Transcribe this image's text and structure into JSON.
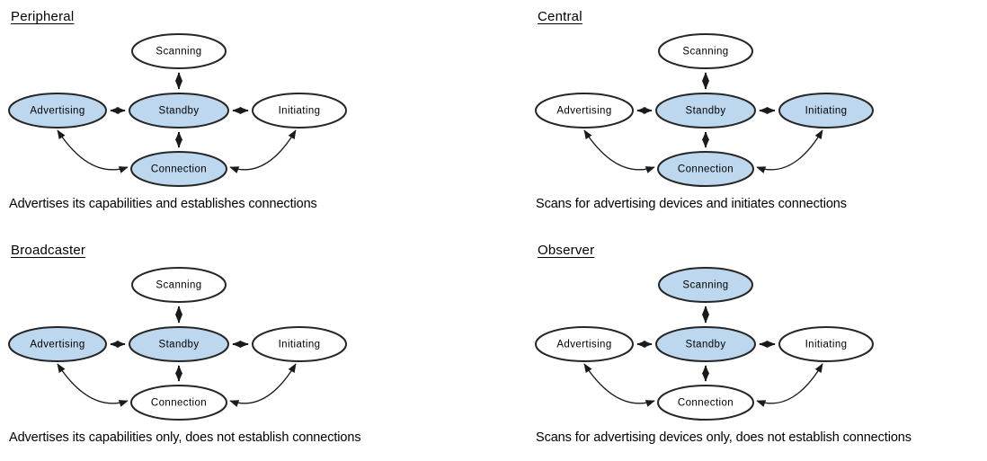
{
  "colors": {
    "highlight_fill": "#bdd7ee",
    "plain_fill": "#ffffff",
    "stroke": "#262626",
    "arrow": "#1a1a1a",
    "background": "#ffffff",
    "text": "#000000"
  },
  "node_labels": {
    "scanning": "Scanning",
    "standby": "Standby",
    "advertising": "Advertising",
    "initiating": "Initiating",
    "connection": "Connection"
  },
  "panels": [
    {
      "id": "peripheral",
      "title": "Peripheral",
      "caption": "Advertises its capabilities and establishes connections",
      "nodes": [
        {
          "key": "scanning",
          "label": "Scanning",
          "highlighted": false
        },
        {
          "key": "standby",
          "label": "Standby",
          "highlighted": true
        },
        {
          "key": "advertising",
          "label": "Advertising",
          "highlighted": true
        },
        {
          "key": "initiating",
          "label": "Initiating",
          "highlighted": false
        },
        {
          "key": "connection",
          "label": "Connection",
          "highlighted": true
        }
      ]
    },
    {
      "id": "central",
      "title": "Central",
      "caption": "Scans for advertising devices and initiates connections",
      "nodes": [
        {
          "key": "scanning",
          "label": "Scanning",
          "highlighted": false
        },
        {
          "key": "standby",
          "label": "Standby",
          "highlighted": true
        },
        {
          "key": "advertising",
          "label": "Advertising",
          "highlighted": false
        },
        {
          "key": "initiating",
          "label": "Initiating",
          "highlighted": true
        },
        {
          "key": "connection",
          "label": "Connection",
          "highlighted": true
        }
      ]
    },
    {
      "id": "broadcaster",
      "title": "Broadcaster",
      "caption": "Advertises its capabilities only, does not establish connections",
      "nodes": [
        {
          "key": "scanning",
          "label": "Scanning",
          "highlighted": false
        },
        {
          "key": "standby",
          "label": "Standby",
          "highlighted": true
        },
        {
          "key": "advertising",
          "label": "Advertising",
          "highlighted": true
        },
        {
          "key": "initiating",
          "label": "Initiating",
          "highlighted": false
        },
        {
          "key": "connection",
          "label": "Connection",
          "highlighted": false
        }
      ]
    },
    {
      "id": "observer",
      "title": "Observer",
      "caption": "Scans for advertising devices only, does not establish connections",
      "nodes": [
        {
          "key": "scanning",
          "label": "Scanning",
          "highlighted": true
        },
        {
          "key": "standby",
          "label": "Standby",
          "highlighted": true
        },
        {
          "key": "advertising",
          "label": "Advertising",
          "highlighted": false
        },
        {
          "key": "initiating",
          "label": "Initiating",
          "highlighted": false
        },
        {
          "key": "connection",
          "label": "Connection",
          "highlighted": false
        }
      ]
    }
  ],
  "edges": [
    {
      "from": "standby",
      "to": "scanning",
      "kind": "straight",
      "bidirectional": true
    },
    {
      "from": "standby",
      "to": "advertising",
      "kind": "straight",
      "bidirectional": true
    },
    {
      "from": "standby",
      "to": "initiating",
      "kind": "straight",
      "bidirectional": true
    },
    {
      "from": "standby",
      "to": "connection",
      "kind": "straight",
      "bidirectional": true
    },
    {
      "from": "advertising",
      "to": "connection",
      "kind": "curved",
      "bidirectional": true
    },
    {
      "from": "initiating",
      "to": "connection",
      "kind": "curved",
      "bidirectional": true
    }
  ]
}
